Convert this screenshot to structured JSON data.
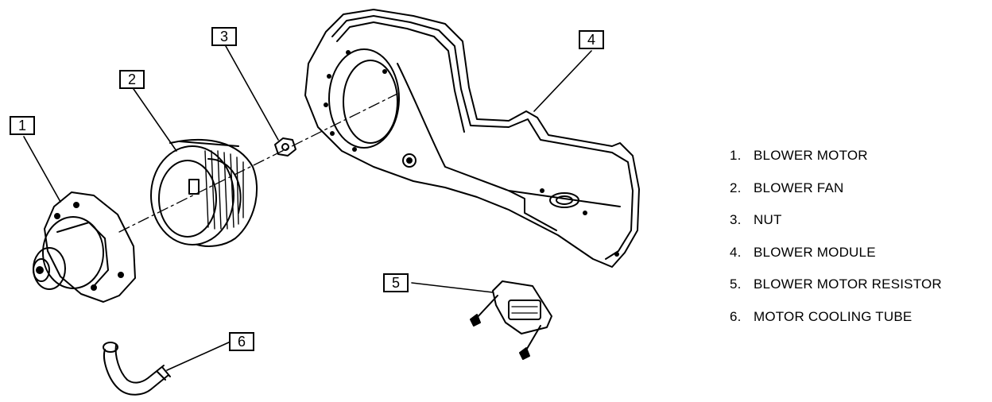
{
  "callouts": {
    "c1": "1",
    "c2": "2",
    "c3": "3",
    "c4": "4",
    "c5": "5",
    "c6": "6"
  },
  "legend": {
    "items": [
      {
        "number": "1.",
        "label": "BLOWER MOTOR"
      },
      {
        "number": "2.",
        "label": "BLOWER FAN"
      },
      {
        "number": "3.",
        "label": "NUT"
      },
      {
        "number": "4.",
        "label": "BLOWER MODULE"
      },
      {
        "number": "5.",
        "label": "BLOWER MOTOR RESISTOR"
      },
      {
        "number": "6.",
        "label": "MOTOR COOLING TUBE"
      }
    ]
  },
  "colors": {
    "ink": "#000000",
    "background": "#ffffff"
  }
}
